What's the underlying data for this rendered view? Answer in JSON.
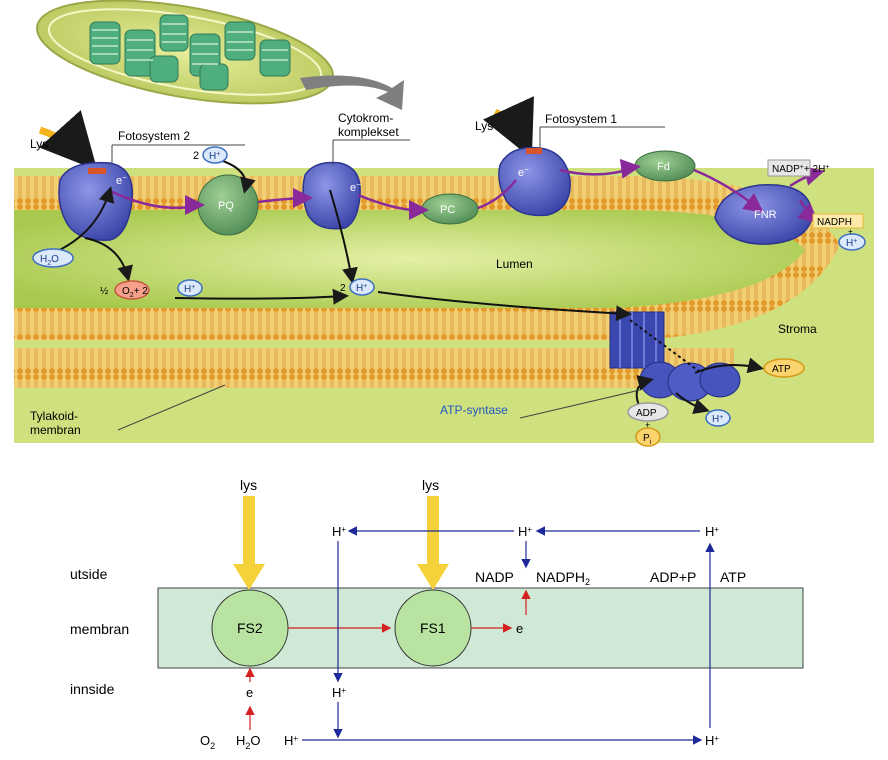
{
  "top": {
    "lys_left": "Lys",
    "lys_right": "Lys",
    "fotosystem2": "Fotosystem 2",
    "cytokrom_line1": "Cytokrom-",
    "cytokrom_line2": "komplekset",
    "fotosystem1": "Fotosystem 1",
    "electron_ps2": "e",
    "electron_cyt": "e",
    "electron_ps1": "e",
    "electron_sup": "−",
    "two_h_top": "2",
    "h_plus": "H",
    "plus": "+",
    "pq": "PQ",
    "pc": "PC",
    "fd": "Fd",
    "fnr": "FNR",
    "nadp_label": "NADP",
    "nadp_rest": "+ 2H",
    "nadph": "NADPH",
    "nadph_plus": "+",
    "h2o_h": "H",
    "h2o_sub": "2",
    "h2o_o": "O",
    "half": "½",
    "o2_o": "O",
    "o2_sub": "2",
    "o2_rest": "+ 2",
    "two_h_lumen": "2",
    "lumen": "Lumen",
    "stroma": "Stroma",
    "tylakoid_line1": "Tylakoid-",
    "tylakoid_line2": "membran",
    "atp_synthase": "ATP-syntase",
    "atp": "ATP",
    "adp": "ADP",
    "adp_plus": "+",
    "pi_p": "P",
    "pi_i": "i"
  },
  "bottom": {
    "lys1": "lys",
    "lys2": "lys",
    "utside": "utside",
    "membran": "membran",
    "innside": "innside",
    "fs2": "FS2",
    "fs1": "FS1",
    "e_membrane": "e",
    "e_inside": "e",
    "nadp": "NADP",
    "nadph": "NADPH",
    "nadph_sub": "2",
    "adp_p": "ADP+P",
    "atp": "ATP",
    "h": "H",
    "h_sup": "+",
    "o2_o": "O",
    "o2_sub": "2",
    "h2o_h": "H",
    "h2o_sub": "2",
    "h2o_o": "O"
  },
  "colors": {
    "stroma_green": "#c9de7a",
    "lumen_green": "#b4d25a",
    "membrane_gold": "#e8b24a",
    "protein_blue": "#5561c8",
    "carrier_green": "#6aa66a",
    "electron_path": "#8a2a9a",
    "light_arrow": "#f2b21c",
    "fs_circle": "#b9e3a0",
    "band": "#cfe9d6",
    "blue_arrow": "#1f2a9a",
    "red_arrow": "#d42020"
  }
}
